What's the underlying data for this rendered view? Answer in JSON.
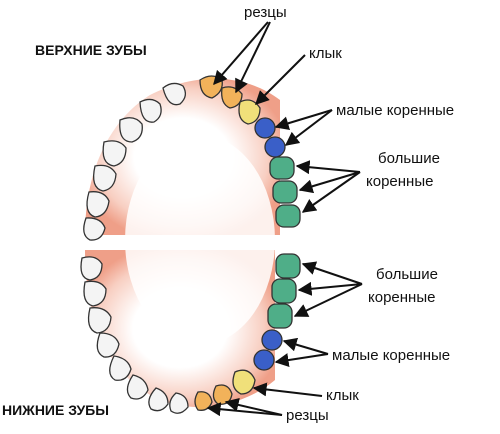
{
  "headings": {
    "upper": "ВЕРХНИЕ ЗУБЫ",
    "lower": "НИЖНИЕ ЗУБЫ"
  },
  "labels": {
    "upper_incisors": "резцы",
    "upper_canine": "клык",
    "upper_premolars": "малые коренные",
    "upper_molars_1": "большие",
    "upper_molars_2": "коренные",
    "lower_molars_1": "большие",
    "lower_molars_2": "коренные",
    "lower_premolars": "малые коренные",
    "lower_canine": "клык",
    "lower_incisors": "резцы"
  },
  "colors": {
    "gum_outer": "#f2a490",
    "gum_inner": "#ffffff",
    "tooth_white": "#f4f4f4",
    "tooth_outline": "#333333",
    "incisor": "#f2b25a",
    "canine": "#f0e07a",
    "premolar": "#3a5fc8",
    "molar": "#4fae88"
  }
}
